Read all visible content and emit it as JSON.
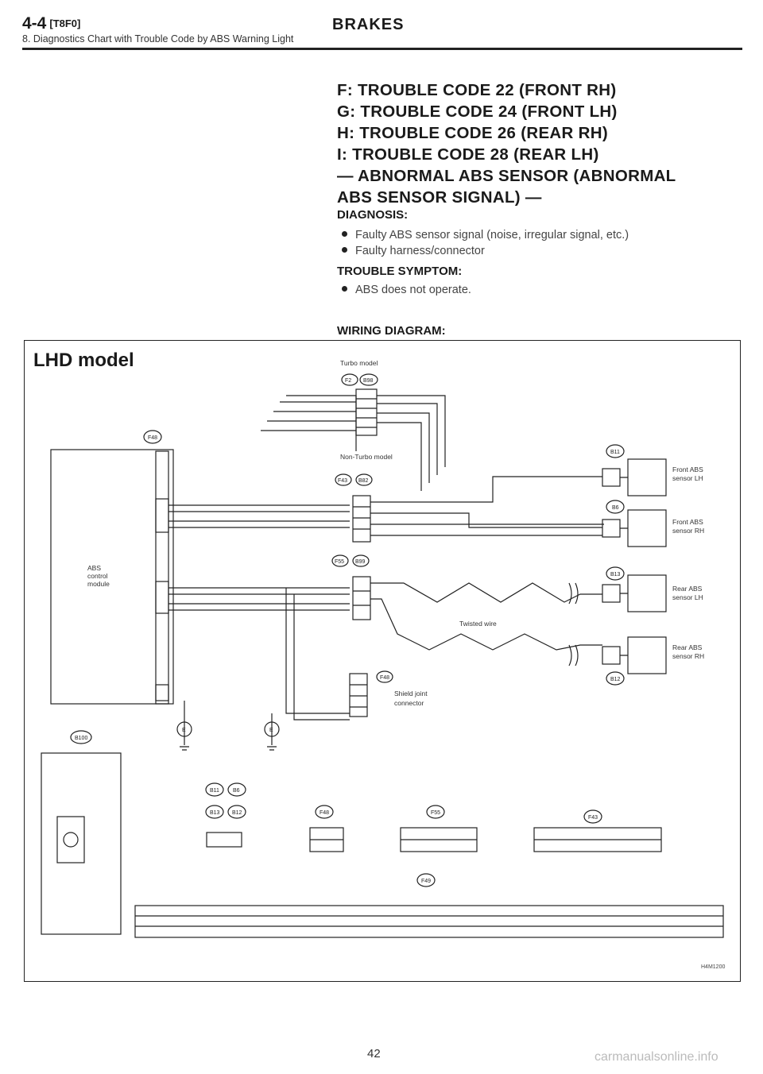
{
  "header": {
    "section": "4-4",
    "section_tag": "[T8F0]",
    "title": "BRAKES",
    "subtitle": "8. Diagnostics Chart with Trouble Code by ABS Warning Light"
  },
  "headings": [
    "F: TROUBLE CODE 22 (FRONT RH)",
    "G: TROUBLE CODE 24 (FRONT LH)",
    "H: TROUBLE CODE 26 (REAR RH)",
    "I: TROUBLE CODE 28 (REAR LH)",
    "— ABNORMAL ABS SENSOR (ABNORMAL",
    "ABS SENSOR SIGNAL) —"
  ],
  "diagnosis": {
    "label": "DIAGNOSIS:",
    "items": [
      "Faulty ABS sensor signal (noise, irregular signal, etc.)",
      "Faulty harness/connector"
    ]
  },
  "symptom": {
    "label": "TROUBLE SYMPTOM:",
    "items": [
      "ABS does not operate."
    ]
  },
  "wiring_label": "WIRING DIAGRAM:",
  "diagram": {
    "model": "LHD model",
    "turbo_model": "Turbo model",
    "non_turbo_model": "Non-Turbo model",
    "abs_module": [
      "ABS",
      "control",
      "module"
    ],
    "twisted_wire": "Twisted wire",
    "shield_joint": [
      "Shield joint",
      "connector"
    ],
    "sensors": [
      [
        "Front ABS",
        "sensor LH"
      ],
      [
        "Front ABS",
        "sensor RH"
      ],
      [
        "Rear ABS",
        "sensor LH"
      ],
      [
        "Rear ABS",
        "sensor RH"
      ]
    ],
    "connector_refs": {
      "top": [
        "F2",
        "B98"
      ],
      "module": "F48",
      "nonturbo": [
        "F43",
        "B82"
      ],
      "mid": [
        "F55",
        "B99"
      ],
      "shield": "F48",
      "b": "B100",
      "s1": "B11",
      "s2": "B6",
      "s3": "B13",
      "s4": "B12",
      "ground": "E",
      "bottom_row1": [
        "B11",
        "B6"
      ],
      "bottom_row2": [
        "B13",
        "B12"
      ],
      "bottom_col2": "F48",
      "bottom_col3": "F55",
      "bottom_col4": "F43",
      "bottom_bottom": "F49"
    },
    "figure_code": "H4M1200"
  },
  "page_number": "42",
  "watermark": "carmanualsonline.info"
}
